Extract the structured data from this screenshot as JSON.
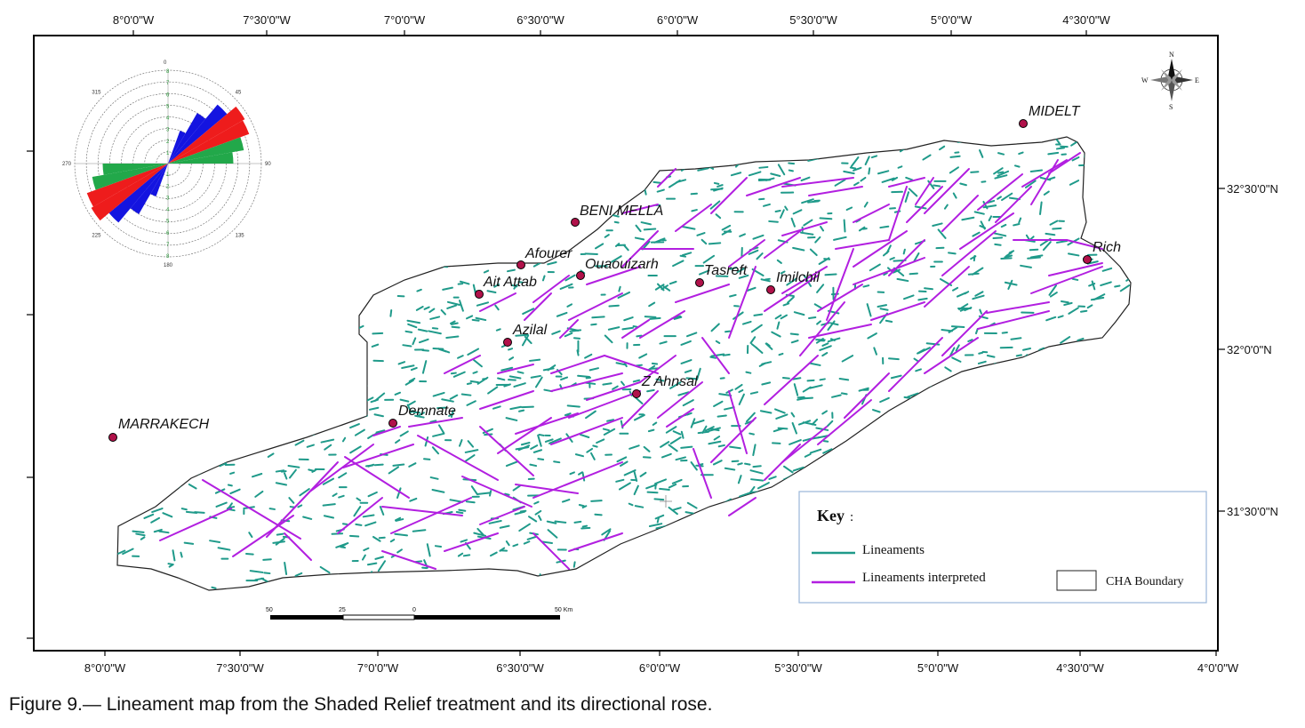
{
  "map": {
    "top_lon_labels": [
      "8°0'0\"W",
      "7°30'0\"W",
      "7°0'0\"W",
      "6°30'0\"W",
      "6°0'0\"W",
      "5°30'0\"W",
      "5°0'0\"W",
      "4°30'0\"W"
    ],
    "bottom_lon_labels": [
      "8°0'0\"W",
      "7°30'0\"W",
      "7°0'0\"W",
      "6°30'0\"W",
      "6°0'0\"W",
      "5°30'0\"W",
      "5°0'0\"W",
      "4°30'0\"W",
      "4°0'0\"W"
    ],
    "lat_labels": [
      "32°30'0\"N",
      "32°0'0\"N",
      "31°30'0\"N"
    ],
    "cities": [
      "MIDELT",
      "BENI MELLA",
      "Rich",
      "Afourer",
      "Ouaouizarh",
      "Tasreft",
      "Imilchil",
      "Ait Attab",
      "Azilal",
      "Z Ahnsal",
      "Demnate",
      "MARRAKECH"
    ],
    "compass": {
      "n": "N",
      "s": "S",
      "e": "E",
      "w": "W"
    },
    "scale_labels": [
      "50",
      "25",
      "0",
      "50 Km"
    ],
    "key": {
      "title": "Key",
      "lineaments": "Lineaments",
      "interpreted": "Lineaments interpreted",
      "boundary": "CHA Boundary"
    },
    "colors": {
      "lineaments": "#1f9a8a",
      "interpreted": "#b21fe0",
      "boundary": "#222222",
      "city": "#b0124a"
    }
  },
  "rose": {
    "angle_labels": [
      "0",
      "45",
      "90",
      "135",
      "180",
      "225",
      "270",
      "315"
    ],
    "ring_labels": [
      "1",
      "2",
      "3",
      "4",
      "5",
      "6",
      "7",
      "8"
    ],
    "colors": {
      "green": "#22a84a",
      "red": "#ee1c1c",
      "blue": "#1414e0"
    }
  },
  "caption": "Figure 9.— Lineament map from the Shaded Relief treatment and its directional rose."
}
